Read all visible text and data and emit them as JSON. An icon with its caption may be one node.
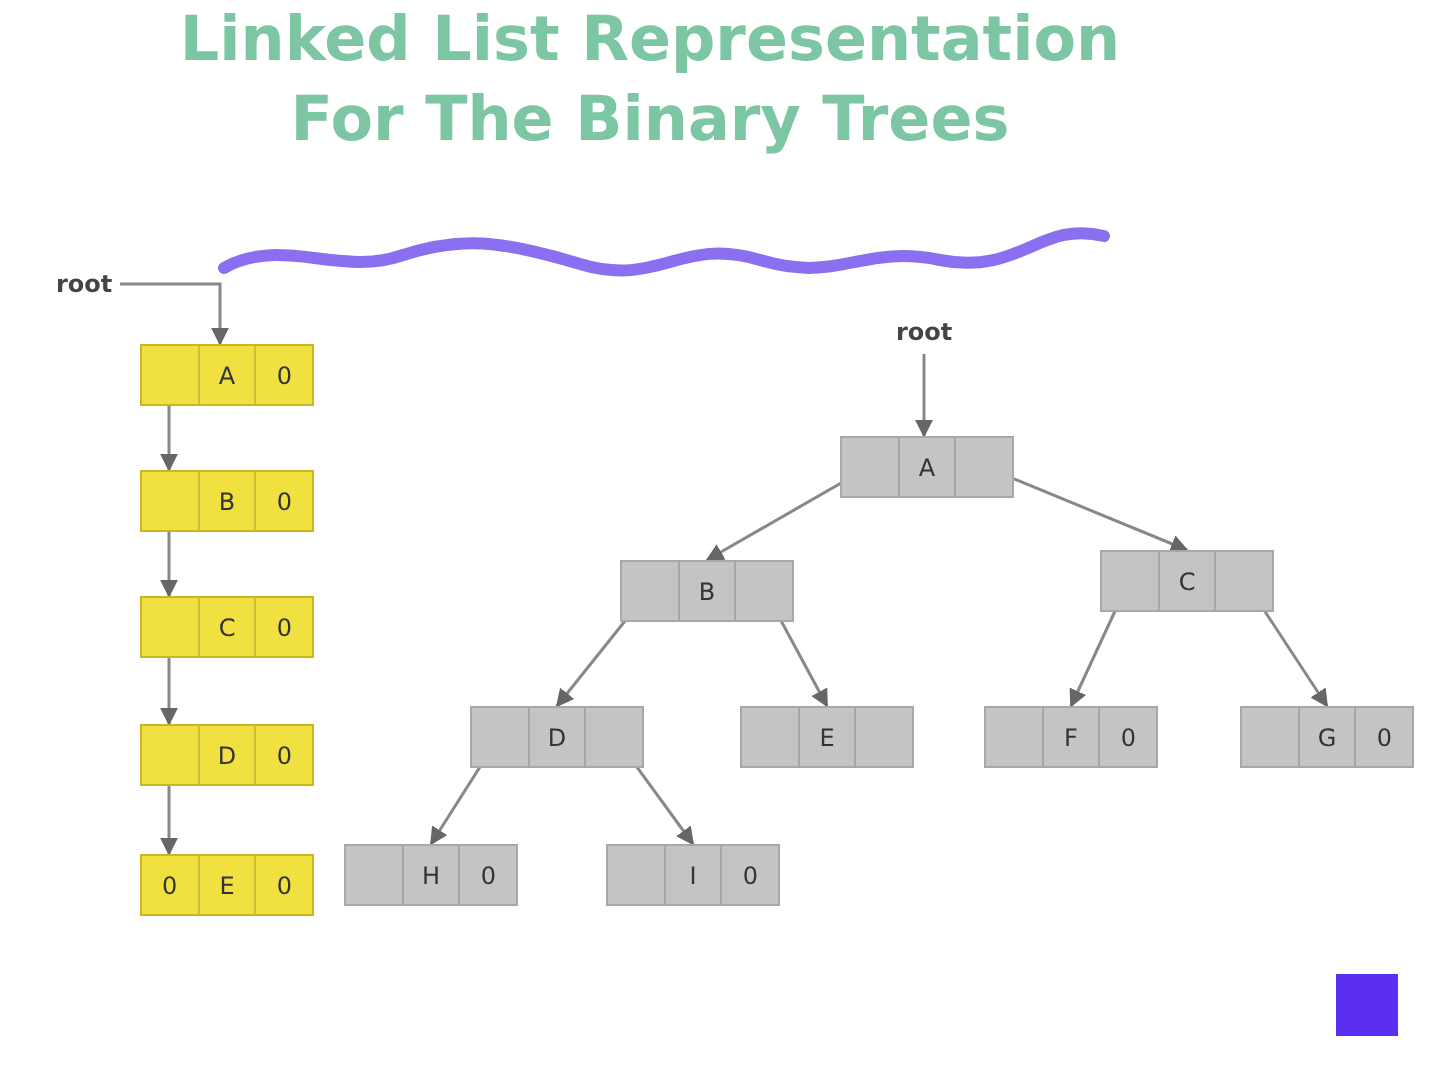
{
  "diagram": {
    "title": "Linked List Representation For The Binary Trees",
    "nodes": [
      {
        "text": [
          "root"
        ]
      },
      {
        "text": [
          "A",
          "0"
        ]
      },
      {
        "text": [
          "B",
          "0"
        ]
      },
      {
        "text": [
          "C",
          "0"
        ]
      },
      {
        "text": [
          "D",
          "0"
        ]
      },
      {
        "text": [
          "0",
          "E",
          "0"
        ]
      },
      {
        "text": [
          "root"
        ]
      },
      {
        "text": [
          "A"
        ]
      },
      {
        "text": [
          "B"
        ]
      },
      {
        "text": [
          "C"
        ]
      },
      {
        "text": [
          "D"
        ]
      },
      {
        "text": [
          "E"
        ]
      },
      {
        "text": [
          "F",
          "0"
        ]
      },
      {
        "text": [
          "G",
          "0"
        ]
      },
      {
        "text": [
          "H",
          "0"
        ]
      },
      {
        "text": [
          "I",
          "0"
        ]
      }
    ],
    "edges": [
      {
        "from": 0,
        "to": 1,
        "arrow": "to"
      },
      {
        "from": 1,
        "to": 2,
        "arrow": "to"
      },
      {
        "from": 2,
        "to": 3,
        "arrow": "to"
      },
      {
        "from": 3,
        "to": 4,
        "arrow": "to"
      },
      {
        "from": 4,
        "to": 5,
        "arrow": "to"
      },
      {
        "from": 6,
        "to": 7,
        "arrow": "to"
      },
      {
        "from": 7,
        "to": 8,
        "arrow": "to"
      },
      {
        "from": 7,
        "to": 9,
        "arrow": "to"
      },
      {
        "from": 8,
        "to": 10,
        "arrow": "to"
      },
      {
        "from": 8,
        "to": 11,
        "arrow": "to"
      },
      {
        "from": 9,
        "to": 12,
        "arrow": "to"
      },
      {
        "from": 9,
        "to": 13,
        "arrow": "to"
      },
      {
        "from": 10,
        "to": 14,
        "arrow": "to"
      },
      {
        "from": 10,
        "to": 15,
        "arrow": "to"
      }
    ]
  }
}
